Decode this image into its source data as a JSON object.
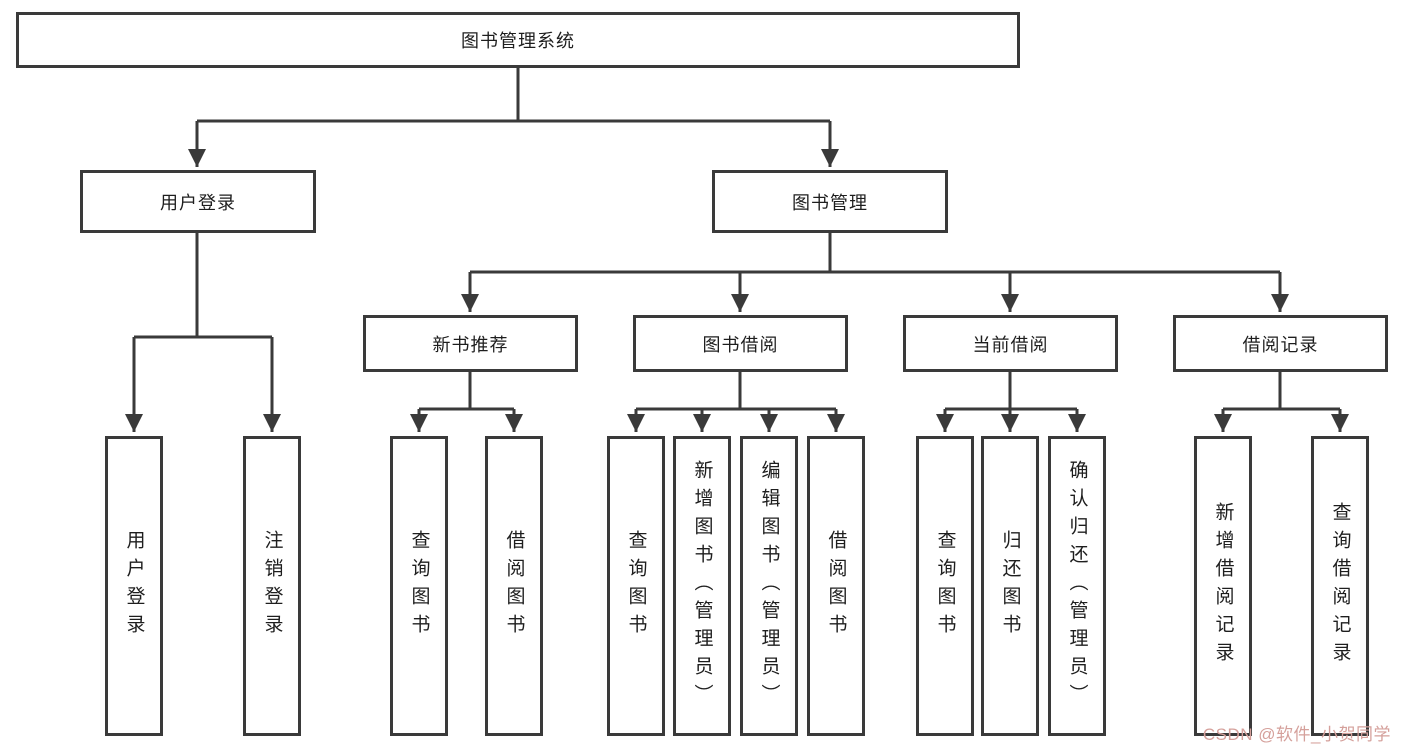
{
  "palette": {
    "line": "#3a3a3a",
    "text": "#1e1e1e",
    "watermark": "#d5a09b",
    "background": "#ffffff"
  },
  "tree": {
    "root": {
      "label": "图书管理系统"
    },
    "branches": [
      {
        "label": "用户登录",
        "leaves": [
          {
            "label": "用户登录"
          },
          {
            "label": "注销登录"
          }
        ]
      },
      {
        "label": "图书管理",
        "groups": [
          {
            "label": "新书推荐",
            "leaves": [
              {
                "label": "查询图书"
              },
              {
                "label": "借阅图书"
              }
            ]
          },
          {
            "label": "图书借阅",
            "leaves": [
              {
                "label": "查询图书"
              },
              {
                "label": "新增图书（管理员）"
              },
              {
                "label": "编辑图书（管理员）"
              },
              {
                "label": "借阅图书"
              }
            ]
          },
          {
            "label": "当前借阅",
            "leaves": [
              {
                "label": "查询图书"
              },
              {
                "label": "归还图书"
              },
              {
                "label": "确认归还（管理员）"
              }
            ]
          },
          {
            "label": "借阅记录",
            "leaves": [
              {
                "label": "新增借阅记录"
              },
              {
                "label": "查询借阅记录"
              }
            ]
          }
        ]
      }
    ]
  },
  "watermark": {
    "text": "CSDN @软件_小贺同学"
  }
}
